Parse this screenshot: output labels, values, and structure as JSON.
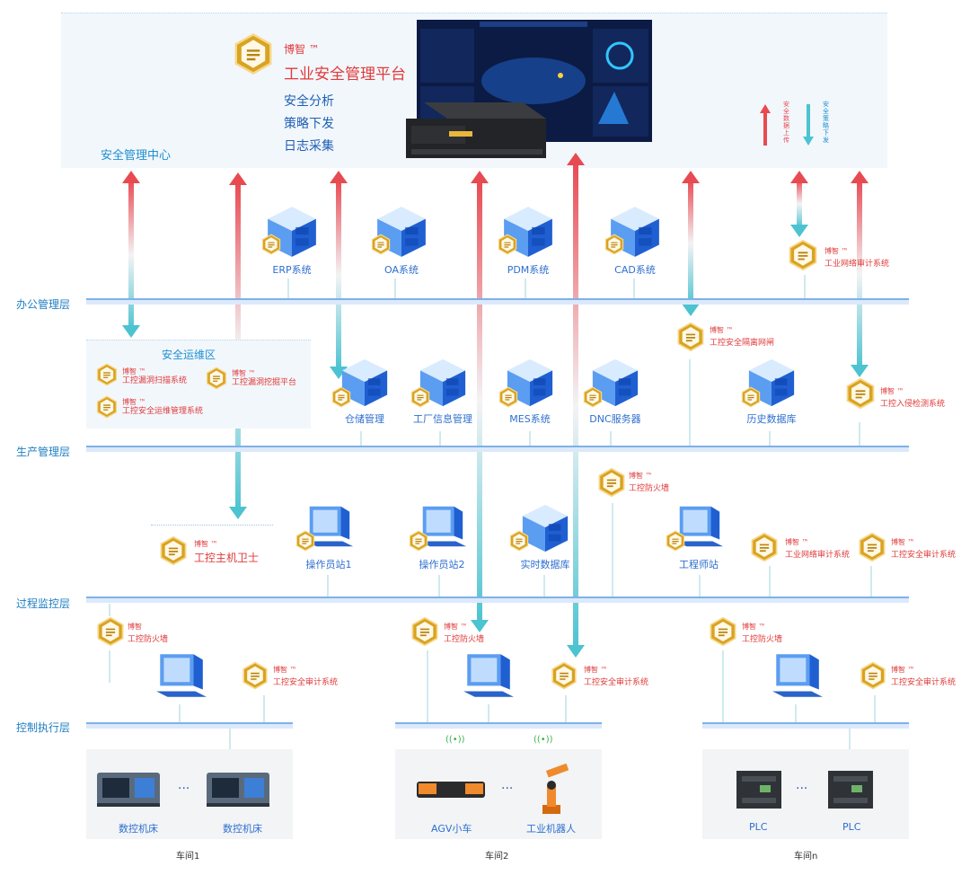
{
  "center": {
    "title": "安全管理中心",
    "brand": "博智 ™",
    "platform": "工业安全管理平台",
    "functions": [
      "安全分析",
      "策略下发",
      "日志采集"
    ],
    "legend": {
      "up": "安全数据上传",
      "down": "安全策略下发"
    }
  },
  "layers": [
    "办公管理层",
    "生产管理层",
    "过程监控层",
    "控制执行层"
  ],
  "office_systems": [
    "ERP系统",
    "OA系统",
    "PDM系统",
    "CAD系统"
  ],
  "office_security": {
    "brand": "博智 ™",
    "name": "工业网络审计系统"
  },
  "ops_zone": {
    "title": "安全运维区",
    "items": [
      {
        "brand": "博智 ™",
        "name": "工控漏洞扫描系统"
      },
      {
        "brand": "博智 ™",
        "name": "工控漏洞挖掘平台"
      },
      {
        "brand": "博智 ™",
        "name": "工控安全运维管理系统"
      }
    ]
  },
  "gap_device": {
    "brand": "博智 ™",
    "name": "工控安全隔离网闸"
  },
  "production_systems": [
    "仓储管理",
    "工厂信息管理",
    "MES系统",
    "DNC服务器",
    "历史数据库"
  ],
  "production_security": {
    "brand": "博智 ™",
    "name": "工控入侵检测系统"
  },
  "process_firewall": {
    "brand": "博智 ™",
    "name": "工控防火墙"
  },
  "host_guard": {
    "brand": "博智 ™",
    "name": "工控主机卫士"
  },
  "process_stations": [
    "操作员站1",
    "操作员站2",
    "实时数据库",
    "工程师站"
  ],
  "process_security": [
    {
      "brand": "博智 ™",
      "name": "工业网络审计系统"
    },
    {
      "brand": "博智 ™",
      "name": "工控安全审计系统"
    }
  ],
  "control_security": [
    {
      "brand": "博智",
      "name": "工控防火墙"
    },
    {
      "brand": "博智 ™",
      "name": "工控安全审计系统"
    },
    {
      "brand": "博智 ™",
      "name": "工控防火墙"
    },
    {
      "brand": "博智 ™",
      "name": "工控安全审计系统"
    },
    {
      "brand": "博智 ™",
      "name": "工控防火墙"
    },
    {
      "brand": "博智 ™",
      "name": "工控安全审计系统"
    }
  ],
  "workshops": [
    {
      "name": "车间1",
      "devices": [
        "数控机床",
        "数控机床"
      ]
    },
    {
      "name": "车间2",
      "devices": [
        "AGV小车",
        "工业机器人"
      ]
    },
    {
      "name": "车间n",
      "devices": [
        "PLC",
        "PLC"
      ]
    }
  ],
  "ellipsis": "···",
  "colors": {
    "up_arrow": "#e84a52",
    "down_arrow": "#4cc3d0",
    "bus": "#7fb1e8",
    "badge": "#d9a321"
  }
}
